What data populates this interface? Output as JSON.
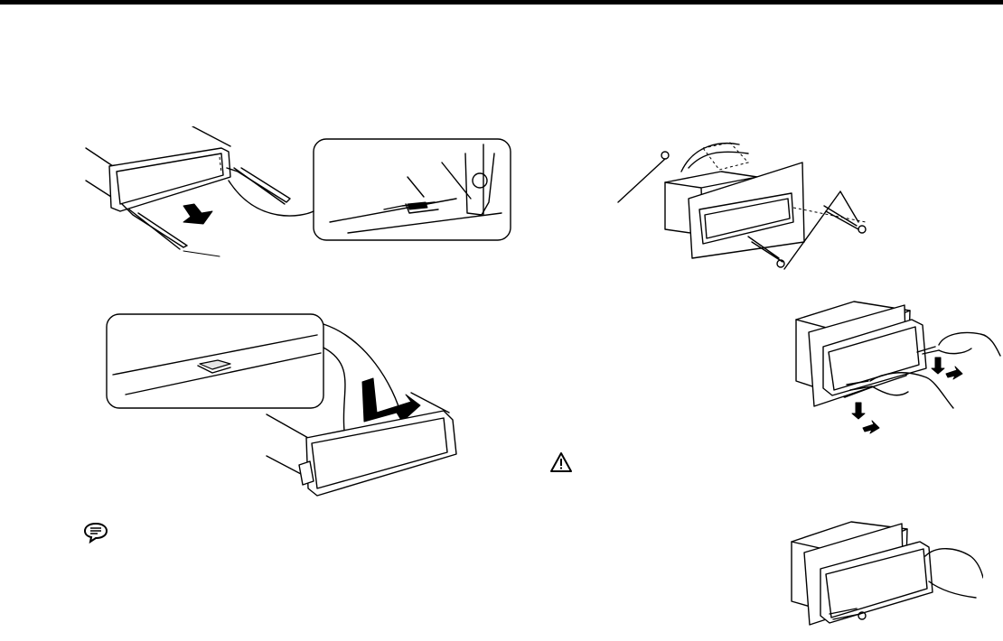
{
  "page": {
    "figures": [
      {
        "name": "unit-with-removal-tools"
      },
      {
        "name": "mounting-plate-with-tools"
      },
      {
        "name": "removing-faceplate"
      },
      {
        "name": "inserting-removal-keys"
      },
      {
        "name": "pulling-unit-out"
      }
    ],
    "icons": {
      "note": "note-speech-icon",
      "caution": "caution-triangle-icon"
    },
    "colors": {
      "ink": "#000000",
      "paper": "#ffffff"
    }
  }
}
